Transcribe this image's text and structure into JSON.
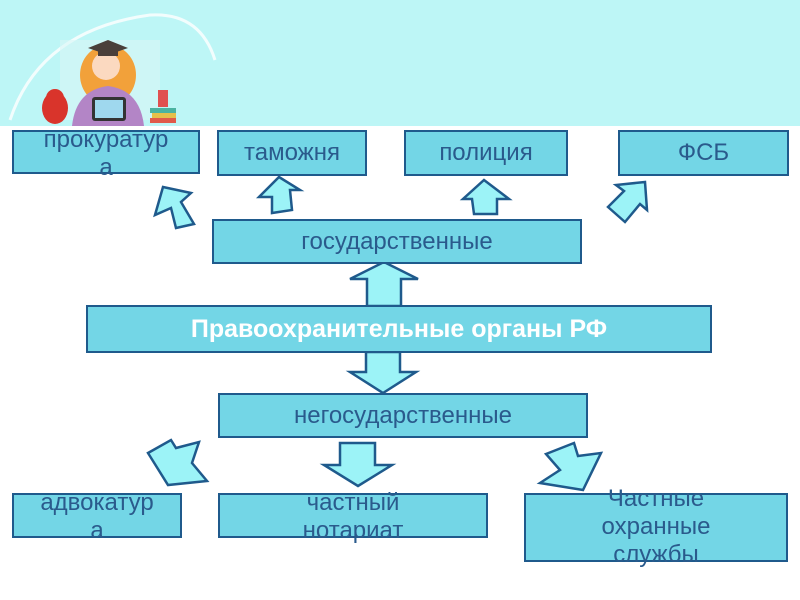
{
  "diagram": {
    "root": "Правоохранительные органы РФ",
    "state": {
      "label": "государственные",
      "children": [
        "прокуратур\nа",
        "таможня",
        "полиция",
        "ФСБ"
      ]
    },
    "non_state": {
      "label": "негосударственные",
      "children": [
        "адвокатур\nа",
        "частный\nнотариат",
        "Частные\nохранные\nслужбы"
      ]
    }
  },
  "colors": {
    "box_fill": "#73d6e6",
    "box_border": "#1f5a8c",
    "arrow_fill": "#9cf3f7",
    "text": "#2a5a8c",
    "band": "#bdf6f6"
  },
  "illustration": {
    "description": "student-with-graduation-cap-and-tablet"
  }
}
